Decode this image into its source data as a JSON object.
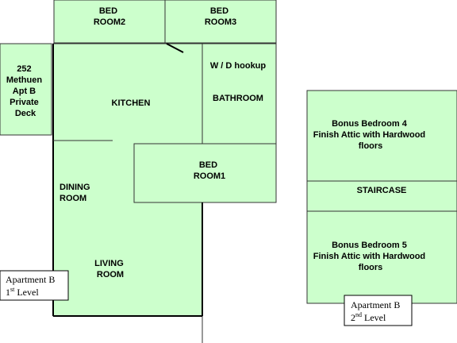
{
  "rooms": {
    "bedroom2": [
      "BED",
      "ROOM2"
    ],
    "bedroom3": [
      "BED",
      "ROOM3"
    ],
    "deck": [
      "252",
      "Methuen",
      "Apt B",
      "Private",
      "Deck"
    ],
    "wd_hookup": "W / D hookup",
    "bathroom": "BATHROOM",
    "kitchen": "KITCHEN",
    "bedroom1": [
      "BED",
      "ROOM1"
    ],
    "dining": [
      "DINING",
      "ROOM"
    ],
    "living": [
      "LIVING",
      "ROOM"
    ],
    "bonus4": [
      "Bonus Bedroom 4",
      "Finish Attic with Hardwood",
      "floors"
    ],
    "staircase": "STAIRCASE",
    "bonus5": [
      "Bonus Bedroom 5",
      "Finish Attic with Hardwood",
      "floors"
    ]
  },
  "captions": {
    "level1": {
      "line1": "Apartment  B",
      "line2_prefix": "1",
      "line2_sup": "st",
      "line2_suffix": " Level"
    },
    "level2": {
      "line1": "Apartment  B",
      "line2_prefix": "2",
      "line2_sup": "nd",
      "line2_suffix": " Level"
    }
  },
  "colors": {
    "room_fill": "#ccffcc",
    "wall": "#000000"
  }
}
